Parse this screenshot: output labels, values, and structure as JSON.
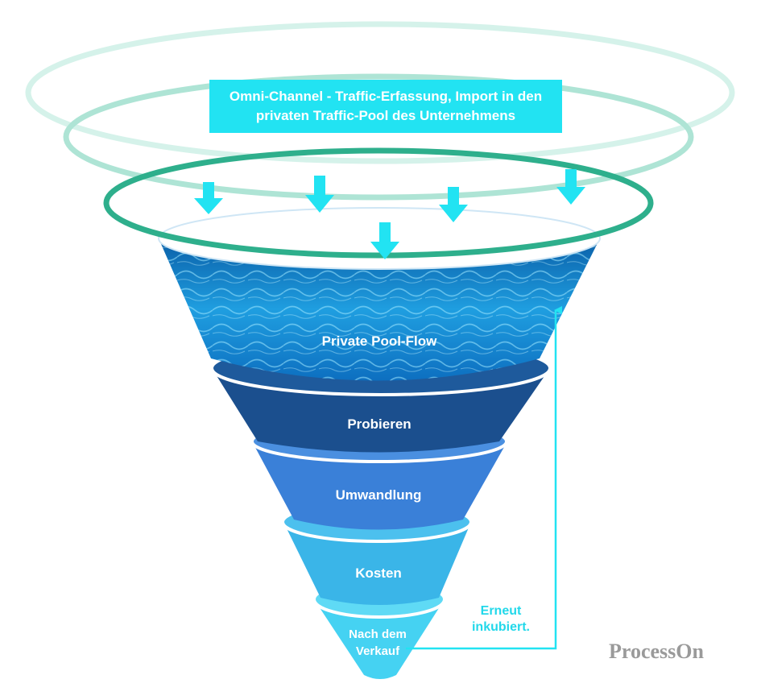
{
  "header": "Omni-Channel - Traffic-Erfassung, Import in den privaten Traffic-Pool des Unternehmens",
  "stages": [
    {
      "label": "Private Pool-Flow",
      "color": "#1a8fd0"
    },
    {
      "label": "Probieren",
      "color": "#1b4f8e"
    },
    {
      "label": "Umwandlung",
      "color": "#3a80d8"
    },
    {
      "label": "Kosten",
      "color": "#3ab5e8"
    },
    {
      "label": "Nach dem Verkauf",
      "color": "#45d2f2"
    }
  ],
  "loop_label": "Erneut inkubiert.",
  "watermark": "ProcessOn",
  "colors": {
    "accent_cyan": "#22e3f2",
    "ring_pale": "#c8eee4",
    "ring_mid": "#a6e2d2",
    "ring_dark": "#2eaf8c"
  }
}
